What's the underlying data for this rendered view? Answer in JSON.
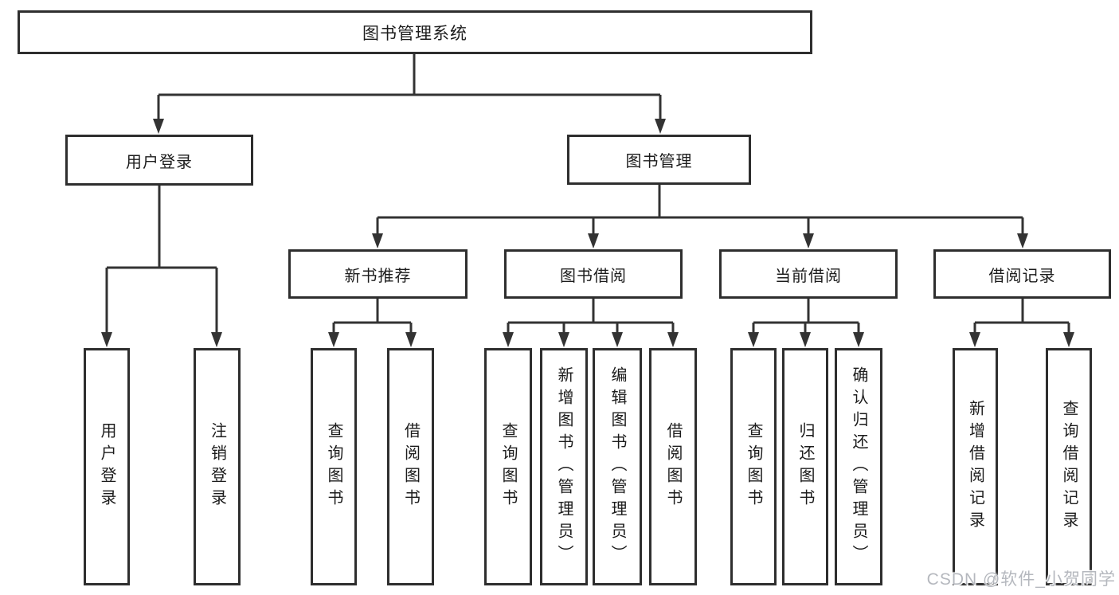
{
  "diagram": {
    "root": {
      "label": "图书管理系统"
    },
    "level2": [
      {
        "label": "用户登录"
      },
      {
        "label": "图书管理"
      }
    ],
    "level3": [
      {
        "label": "新书推荐",
        "parent": "图书管理"
      },
      {
        "label": "图书借阅",
        "parent": "图书管理"
      },
      {
        "label": "当前借阅",
        "parent": "图书管理"
      },
      {
        "label": "借阅记录",
        "parent": "图书管理"
      }
    ],
    "leaves": [
      {
        "label": "用户登录",
        "parent": "用户登录"
      },
      {
        "label": "注销登录",
        "parent": "用户登录"
      },
      {
        "label": "查询图书",
        "parent": "新书推荐"
      },
      {
        "label": "借阅图书",
        "parent": "新书推荐"
      },
      {
        "label": "查询图书",
        "parent": "图书借阅"
      },
      {
        "label": "新增图书（管理员）",
        "parent": "图书借阅"
      },
      {
        "label": "编辑图书（管理员）",
        "parent": "图书借阅"
      },
      {
        "label": "借阅图书",
        "parent": "图书借阅"
      },
      {
        "label": "查询图书",
        "parent": "当前借阅"
      },
      {
        "label": "归还图书",
        "parent": "当前借阅"
      },
      {
        "label": "确认归还（管理员）",
        "parent": "当前借阅"
      },
      {
        "label": "新增借阅记录",
        "parent": "借阅记录"
      },
      {
        "label": "查询借阅记录",
        "parent": "借阅记录"
      }
    ],
    "colors": {
      "border": "#2e2e2e",
      "line": "#333333",
      "text": "#1c1c1c",
      "background": "#ffffff",
      "watermark": "#b5b8be"
    }
  },
  "watermark": {
    "text": "CSDN @软件_小贺同学"
  }
}
